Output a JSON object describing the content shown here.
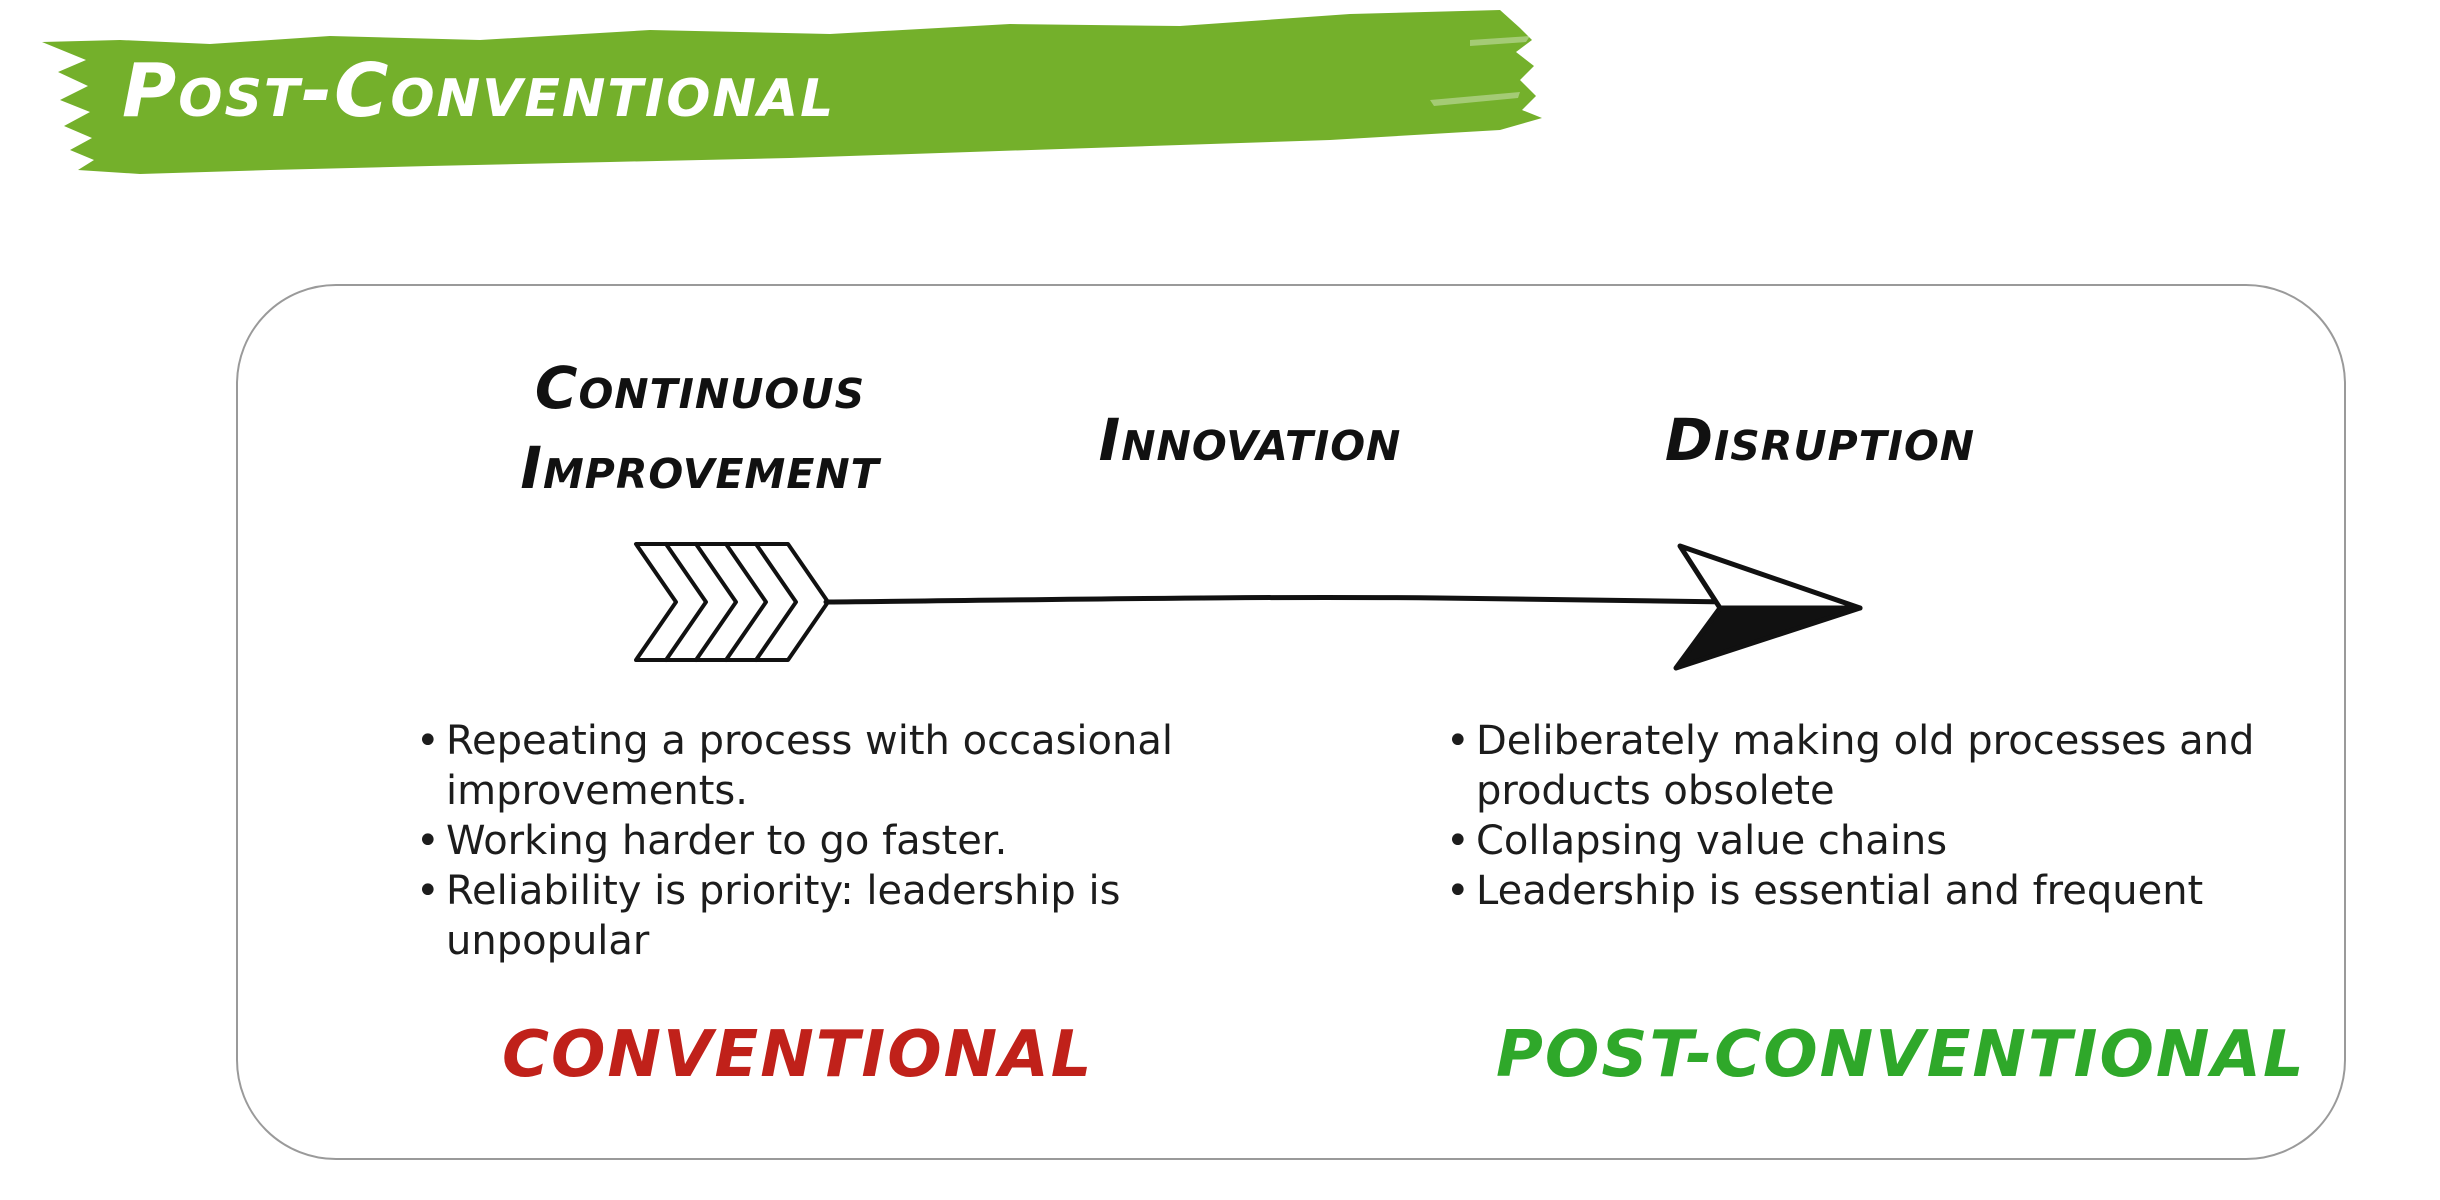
{
  "title": "Post-Conventional",
  "colors": {
    "banner": "#74b02b",
    "conventional": "#c0211a",
    "post_conventional": "#2fa82a",
    "frame_border": "#9a9a9a",
    "arrow": "#111111"
  },
  "stages": {
    "continuous_line1": "Continuous",
    "continuous_line2": "Improvement",
    "innovation": "Innovation",
    "disruption": "Disruption"
  },
  "arrow": {
    "tail_icon": "arrow-fletching-icon",
    "head_icon": "arrowhead-icon"
  },
  "left_bullets": [
    "Repeating a process with occasional improvements.",
    "Working harder to go faster.",
    "Reliability is priority: leadership is unpopular"
  ],
  "right_bullets": [
    "Deliberately making old processes and products obsolete",
    "Collapsing value chains",
    "Leadership is essential and frequent"
  ],
  "categories": {
    "conventional": "CONVENTIONAL",
    "post_conventional": "POST-CONVENTIONAL"
  }
}
